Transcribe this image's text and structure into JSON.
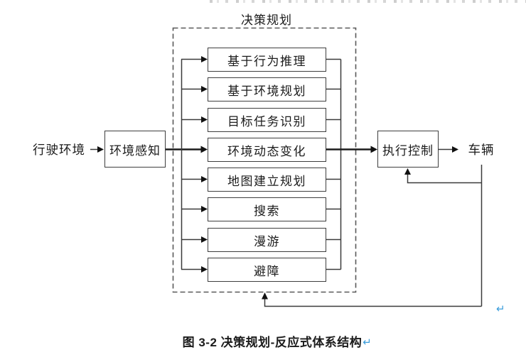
{
  "diagram": {
    "title": "决策规划",
    "source_label": "行驶环境",
    "perception_label": "环境感知",
    "modules": [
      "基于行为推理",
      "基于环境规划",
      "目标任务识别",
      "环境动态变化",
      "地图建立规划",
      "搜索",
      "漫游",
      "避障"
    ],
    "execution_label": "执行控制",
    "vehicle_label": "车辆"
  },
  "caption": {
    "text": "图 3-2 决策规划-反应式体系结构",
    "return_mark": "↵"
  },
  "floating_return_mark": "↵",
  "colors": {
    "line": "#3a3a3a",
    "dashed_border": "#595959",
    "arrowhead": "#111111",
    "return_mark_blue": "#3b9ddb",
    "text": "#1b1b1b"
  }
}
